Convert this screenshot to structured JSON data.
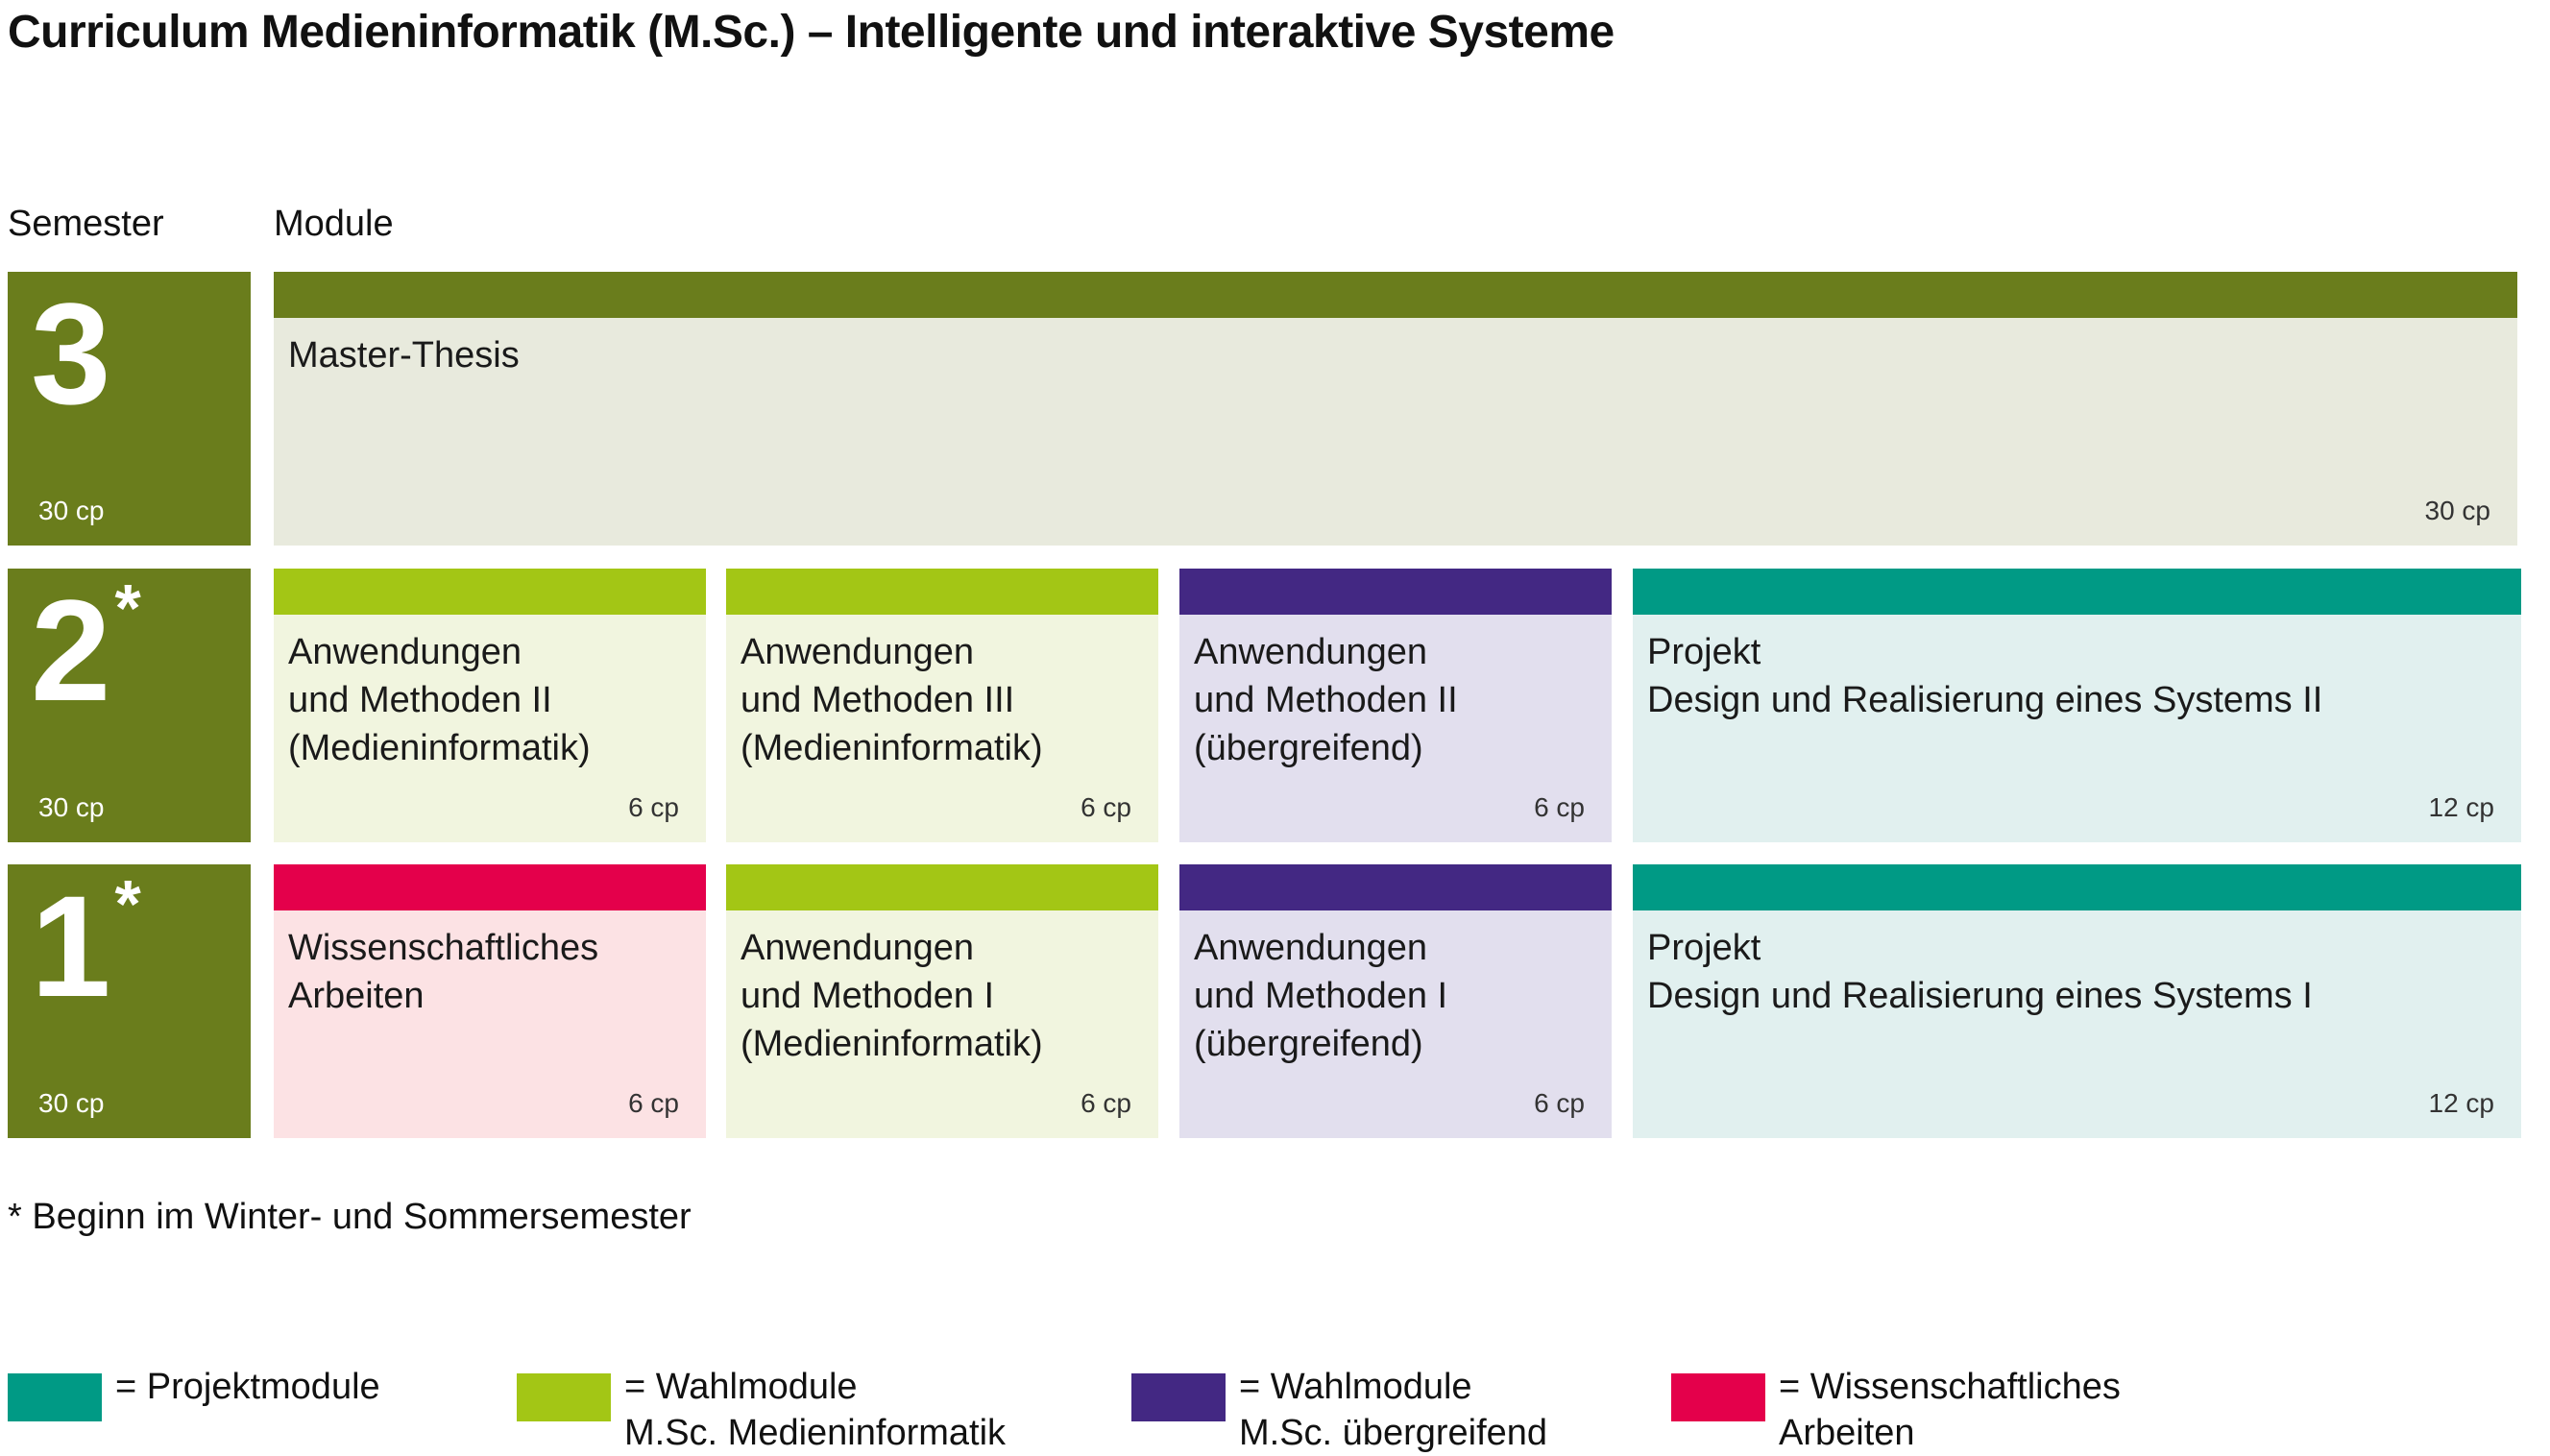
{
  "title": "Curriculum Medieninformatik (M.Sc.) – Intelligente und interaktive Systeme",
  "headers": {
    "semester": "Semester",
    "module": "Module"
  },
  "colors": {
    "semester": "#6a7d1c",
    "projekt_bar": "#009a85",
    "projekt_body": "#e1f0ef",
    "wahl_mi_bar": "#a3c615",
    "wahl_mi_body": "#f1f5df",
    "wahl_ueb_bar": "#432883",
    "wahl_ueb_body": "#e2dfee",
    "wiss_bar": "#e4004b",
    "wiss_body": "#fce2e4",
    "thesis_bar": "#6a7d1c",
    "thesis_body": "#e8eadd"
  },
  "semesters": [
    {
      "number": "3",
      "star": "",
      "cp": "30 cp"
    },
    {
      "number": "2",
      "star": "*",
      "cp": "30 cp"
    },
    {
      "number": "1",
      "star": "*",
      "cp": "30 cp"
    }
  ],
  "modules": {
    "s3": [
      {
        "name": "Master-Thesis",
        "cp": "30 cp"
      }
    ],
    "s2": [
      {
        "name": "Anwendungen\nund Methoden II\n(Medieninformatik)",
        "cp": "6 cp"
      },
      {
        "name": "Anwendungen\nund Methoden III\n(Medieninformatik)",
        "cp": "6 cp"
      },
      {
        "name": "Anwendungen\nund Methoden II\n(übergreifend)",
        "cp": "6 cp"
      },
      {
        "name": "Projekt\nDesign und Realisierung eines Systems II",
        "cp": "12 cp"
      }
    ],
    "s1": [
      {
        "name": "Wissenschaftliches\nArbeiten",
        "cp": "6 cp"
      },
      {
        "name": "Anwendungen\nund Methoden I\n(Medieninformatik)",
        "cp": "6 cp"
      },
      {
        "name": "Anwendungen\nund Methoden I\n(übergreifend)",
        "cp": "6 cp"
      },
      {
        "name": "Projekt\nDesign und Realisierung eines Systems I",
        "cp": "12 cp"
      }
    ]
  },
  "footnote": "* Beginn im Winter- und Sommersemester",
  "legend": [
    {
      "label": "= Projektmodule"
    },
    {
      "label": "= Wahlmodule\nM.Sc. Medieninformatik"
    },
    {
      "label": "= Wahlmodule\nM.Sc. übergreifend"
    },
    {
      "label": "= Wissenschaftliches\nArbeiten"
    }
  ]
}
